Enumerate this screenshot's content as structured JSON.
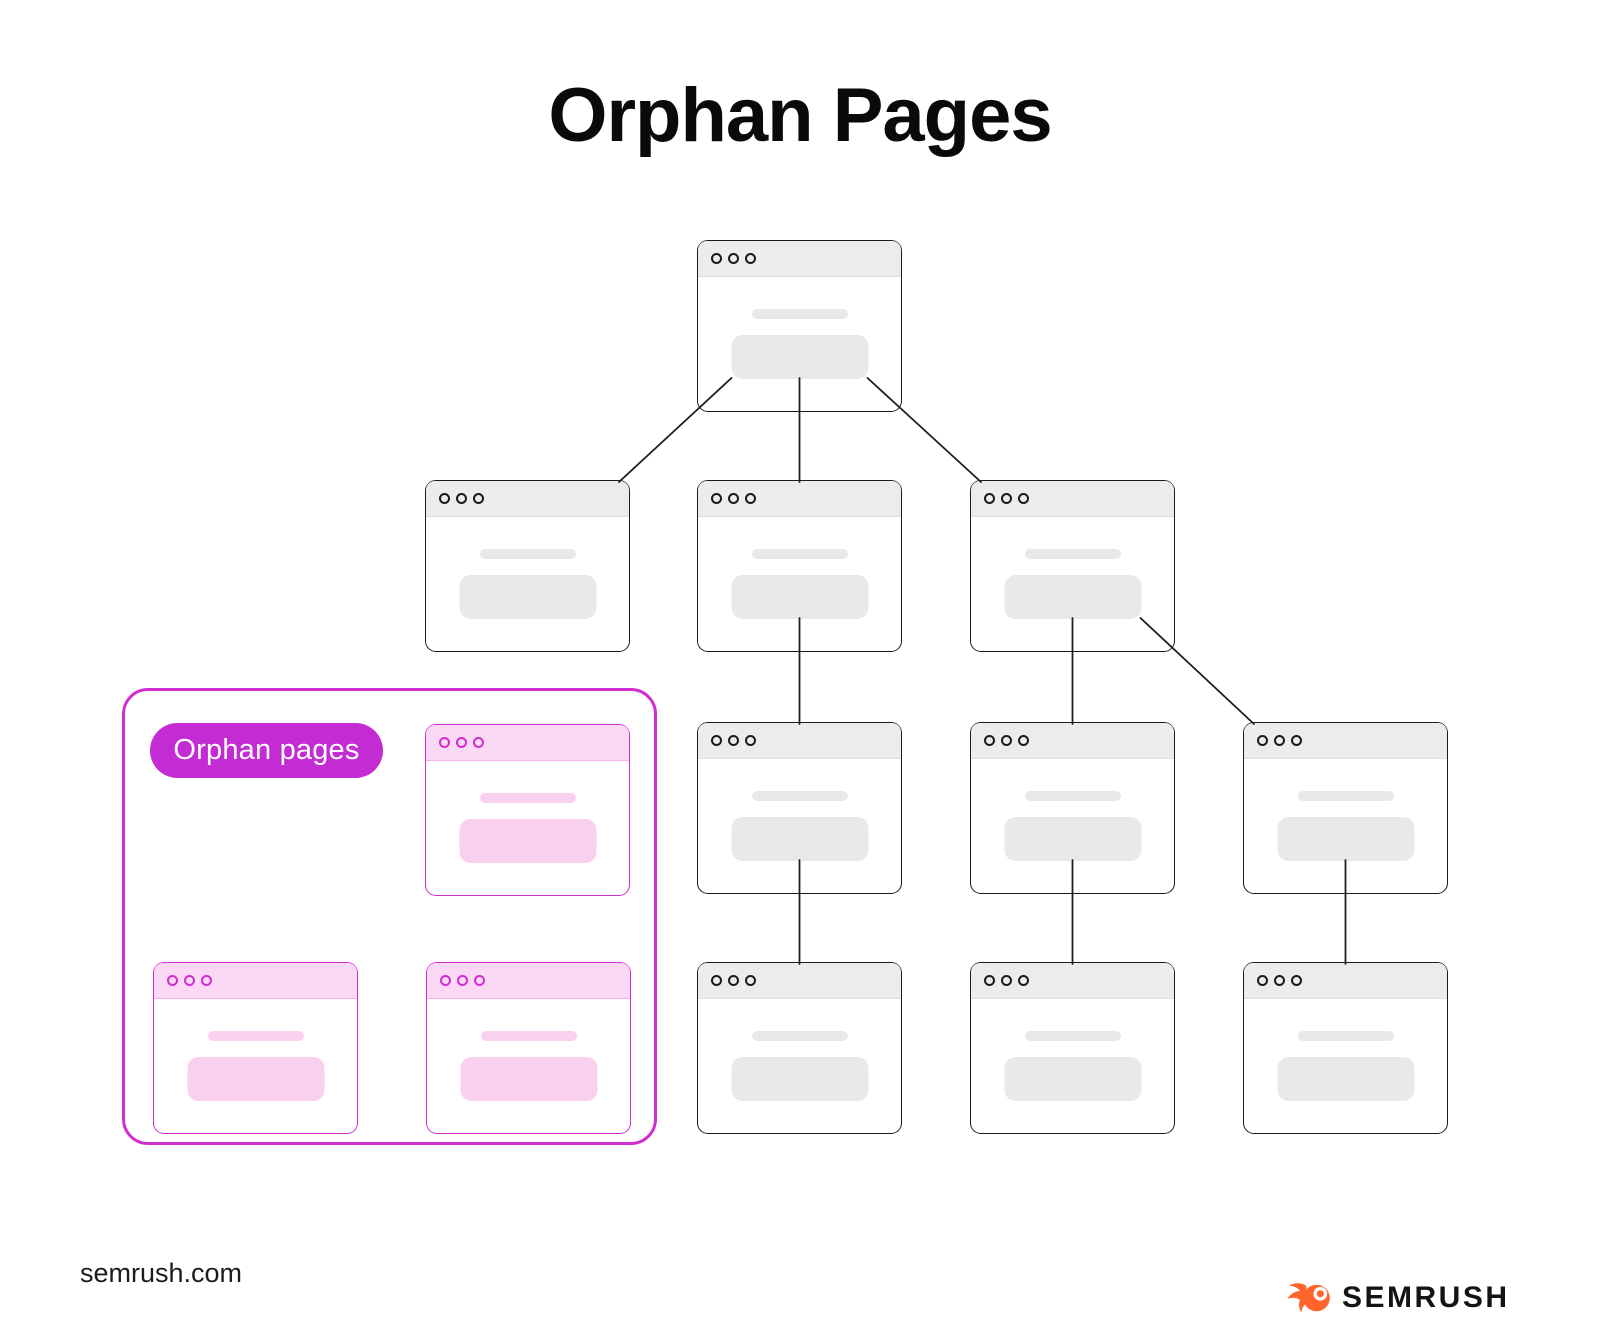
{
  "title": "Orphan Pages",
  "panel": {
    "label": "Orphan pages"
  },
  "footer": {
    "site": "semrush.com",
    "brand": "SEMRUSH"
  },
  "colors": {
    "magenta": "#D02ED0",
    "pill": "#C32BD3",
    "pinkHeader": "#FBD8F4",
    "pinkFill": "#FAD0EF",
    "grayHeader": "#ECECEC",
    "grayFill": "#E9E9E9",
    "windowBorder": "#1A1A1A",
    "line": "#1F1F1F",
    "orange": "#FF642D"
  },
  "icons": {
    "browser_dots": "browser-dot-icon",
    "brand_flame": "semrush-flame-icon"
  },
  "diagram": {
    "linked_page_count": 10,
    "orphan_page_count": 3,
    "nodes": [
      {
        "id": "root",
        "variant": "linked"
      },
      {
        "id": "level2-left",
        "variant": "linked"
      },
      {
        "id": "level2-center",
        "variant": "linked"
      },
      {
        "id": "level2-right",
        "variant": "linked"
      },
      {
        "id": "level3-center",
        "variant": "linked"
      },
      {
        "id": "level3-right",
        "variant": "linked"
      },
      {
        "id": "level3-far-right",
        "variant": "linked"
      },
      {
        "id": "level4-center",
        "variant": "linked"
      },
      {
        "id": "level4-right",
        "variant": "linked"
      },
      {
        "id": "level4-far-right",
        "variant": "linked"
      },
      {
        "id": "orphan-top",
        "variant": "orphan"
      },
      {
        "id": "orphan-bottom-left",
        "variant": "orphan"
      },
      {
        "id": "orphan-bottom-right",
        "variant": "orphan"
      }
    ],
    "connections": [
      {
        "from": "root",
        "to": "level2-left"
      },
      {
        "from": "root",
        "to": "level2-center"
      },
      {
        "from": "root",
        "to": "level2-right"
      },
      {
        "from": "level2-center",
        "to": "level3-center"
      },
      {
        "from": "level2-right",
        "to": "level3-right"
      },
      {
        "from": "level2-right",
        "to": "level3-far-right"
      },
      {
        "from": "level3-center",
        "to": "level4-center"
      },
      {
        "from": "level3-right",
        "to": "level4-right"
      },
      {
        "from": "level3-far-right",
        "to": "level4-far-right"
      }
    ]
  }
}
